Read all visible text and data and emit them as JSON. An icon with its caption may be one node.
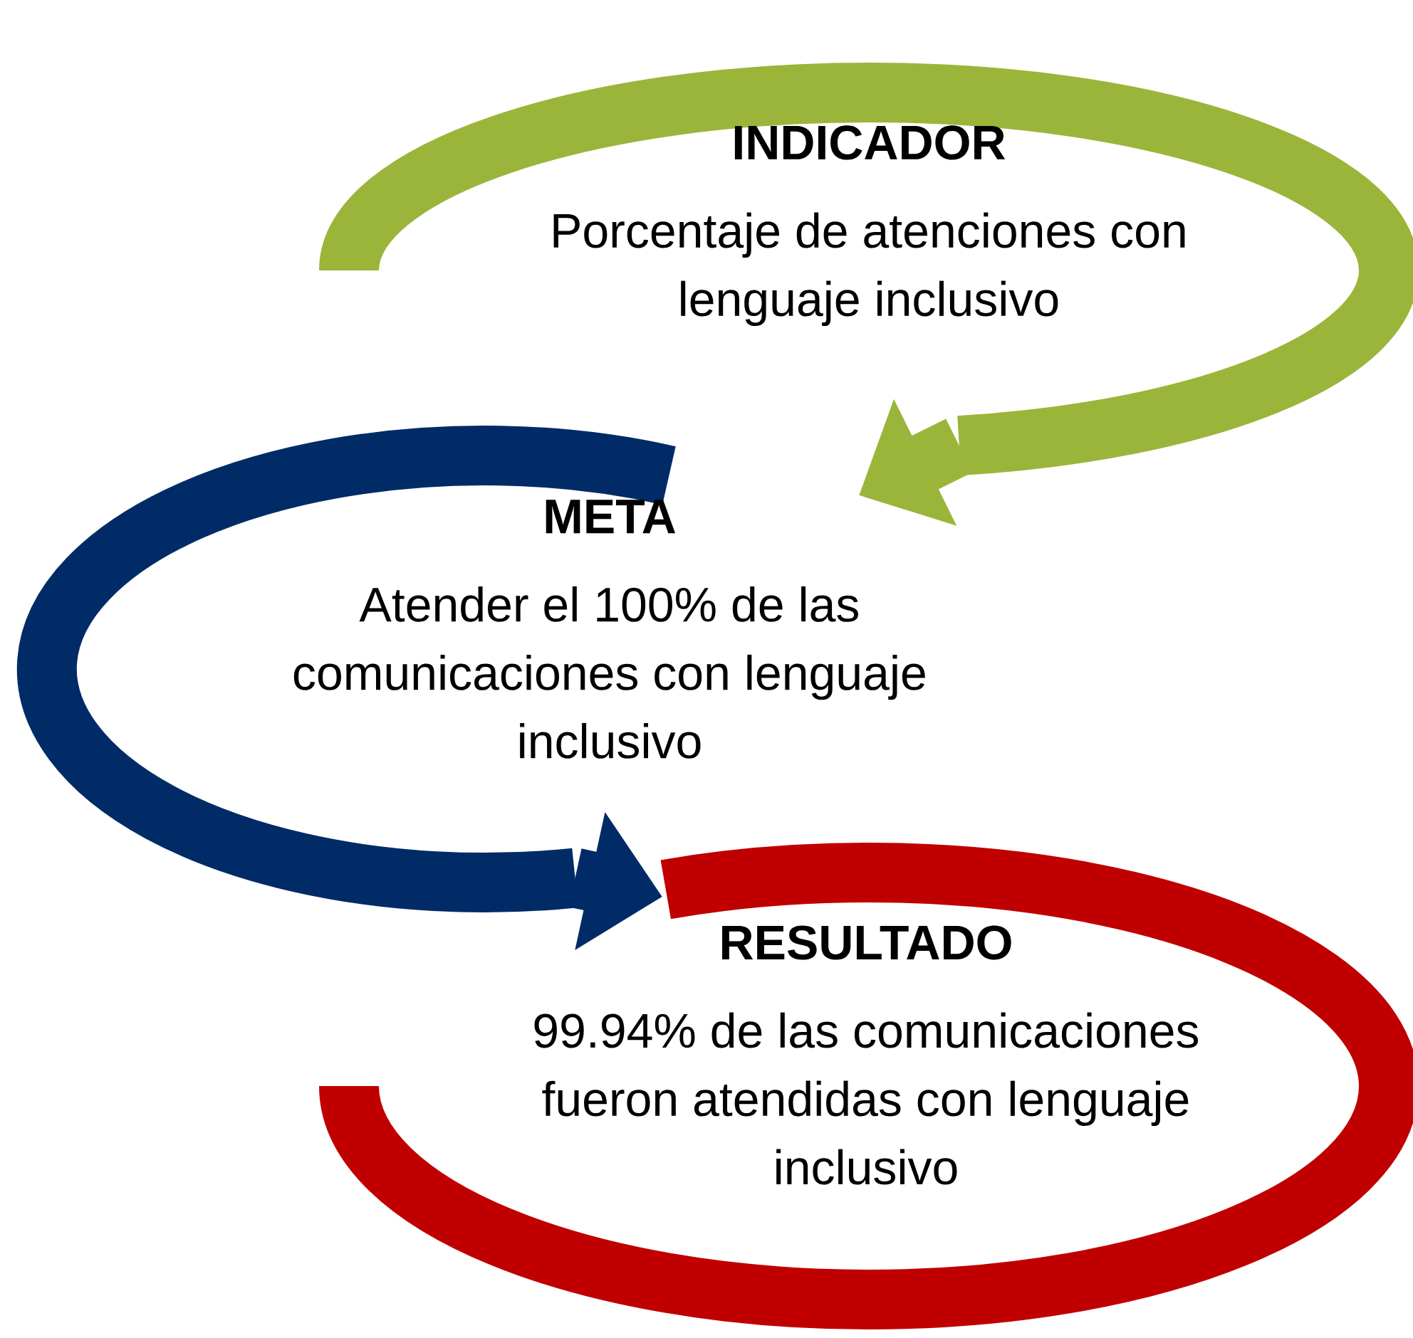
{
  "diagram": {
    "nodes": [
      {
        "text": [
          "INDICADOR",
          "Porcentaje de atenciones con lenguaje inclusivo"
        ]
      },
      {
        "text": [
          "META",
          "Atender el 100% de las comunicaciones con lenguaje inclusivo"
        ]
      },
      {
        "text": [
          "RESULTADO",
          "99.94% de las comunicaciones fueron atendidas con lenguaje inclusivo"
        ]
      }
    ],
    "edges": [
      {
        "from": 0,
        "to": 1,
        "arrow": "to",
        "color": "#9bb53a"
      },
      {
        "from": 1,
        "to": 2,
        "arrow": "to",
        "color": "#002b66"
      }
    ]
  }
}
